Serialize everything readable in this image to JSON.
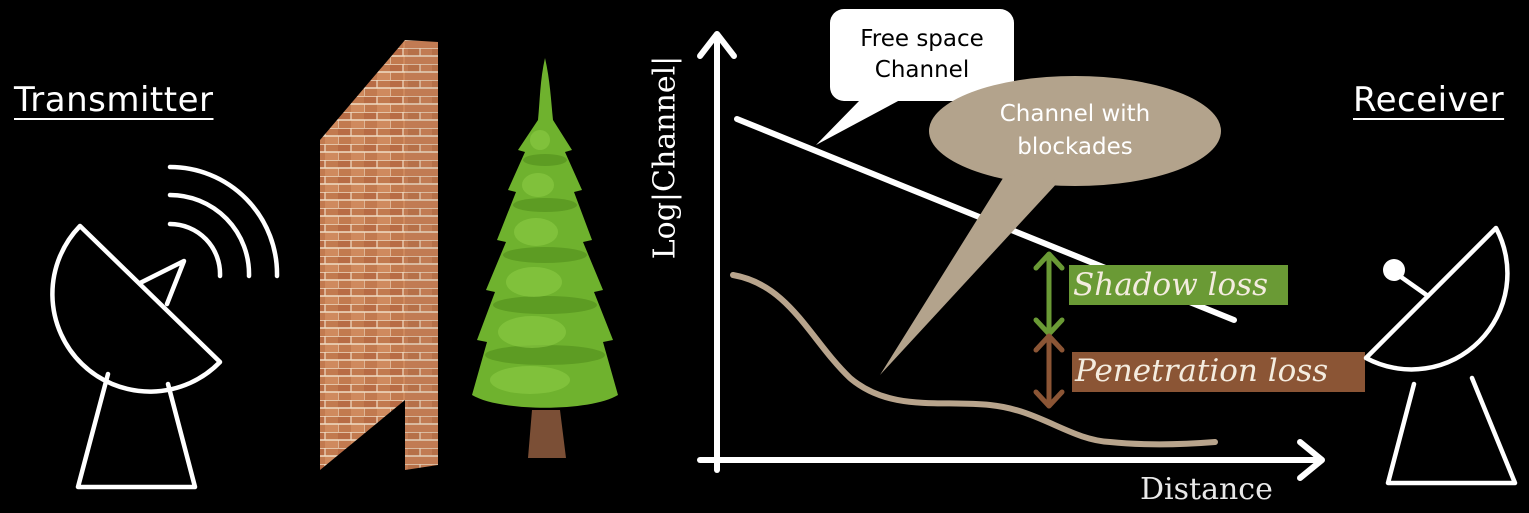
{
  "labels": {
    "transmitter": "Transmitter",
    "receiver": "Receiver"
  },
  "obstacles": [
    {
      "name": "brick-wall",
      "color": "#c27a4f"
    },
    {
      "name": "pine-tree",
      "color": "#6fb22e"
    }
  ],
  "callouts": {
    "free_space": {
      "line1": "Free space",
      "line2": "Channel",
      "bg": "#ffffff",
      "fg": "#000000"
    },
    "blockades": {
      "line1": "Channel with",
      "line2": "blockades",
      "bg": "#b3a38c",
      "fg": "#ffffff"
    }
  },
  "loss_tags": {
    "shadow": {
      "label": "Shadow loss",
      "color": "#6a9a35"
    },
    "penetration": {
      "label": "Penetration loss",
      "color": "#8b5535"
    }
  },
  "axes": {
    "ylabel": "Log|Channel|",
    "xlabel": "Distance"
  },
  "colors": {
    "background": "#000000",
    "free_space_line": "#ffffff",
    "blockade_curve": "#b8a48c"
  },
  "chart_data": {
    "type": "line",
    "title": "",
    "xlabel": "Distance",
    "ylabel": "Log|Channel|",
    "grid": false,
    "legend": "callouts",
    "series": [
      {
        "name": "Free space Channel",
        "shape": "linear decreasing",
        "x": [
          0.0,
          1.0
        ],
        "y": [
          0.85,
          0.45
        ]
      },
      {
        "name": "Channel with blockades",
        "shape": "decreasing wavy curve",
        "x": [
          0.0,
          0.15,
          0.3,
          0.5,
          0.65,
          0.8,
          1.0
        ],
        "y": [
          0.47,
          0.38,
          0.22,
          0.19,
          0.17,
          0.1,
          0.06
        ]
      }
    ],
    "annotations": [
      "Shadow loss",
      "Penetration loss"
    ]
  }
}
